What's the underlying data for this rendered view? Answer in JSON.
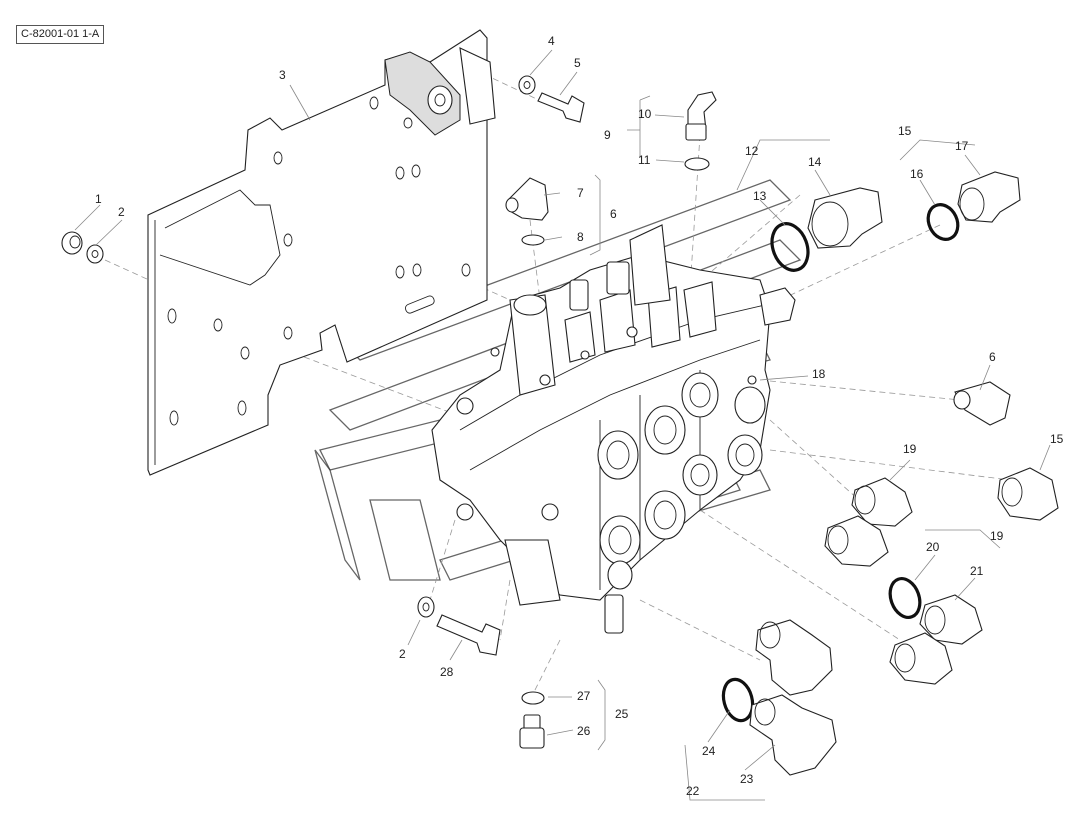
{
  "reference_code": "C-82001-01 1-A",
  "callouts": {
    "c1": "1",
    "c2a": "2",
    "c2b": "2",
    "c3": "3",
    "c4": "4",
    "c5": "5",
    "c6a": "6",
    "c6b": "6",
    "c7": "7",
    "c8": "8",
    "c9": "9",
    "c10": "10",
    "c11": "11",
    "c12": "12",
    "c13": "13",
    "c14": "14",
    "c15a": "15",
    "c15b": "15",
    "c16": "16",
    "c17": "17",
    "c18": "18",
    "c19a": "19",
    "c19b": "19",
    "c20": "20",
    "c21": "21",
    "c22": "22",
    "c23": "23",
    "c24": "24",
    "c25": "25",
    "c26": "26",
    "c27": "27",
    "c28": "28"
  }
}
